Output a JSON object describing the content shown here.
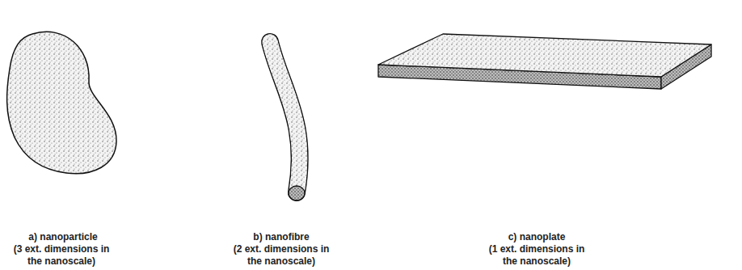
{
  "diagram": {
    "labels": [
      "a) nanoparticle",
      "(3 ext. dimensions in the nanoscale)",
      "b) nanofibre",
      "(2 ext. dimensions in the nanoscale)",
      "c) nanoplate",
      "(1 ext. dimensions in the nanoscale)"
    ]
  }
}
